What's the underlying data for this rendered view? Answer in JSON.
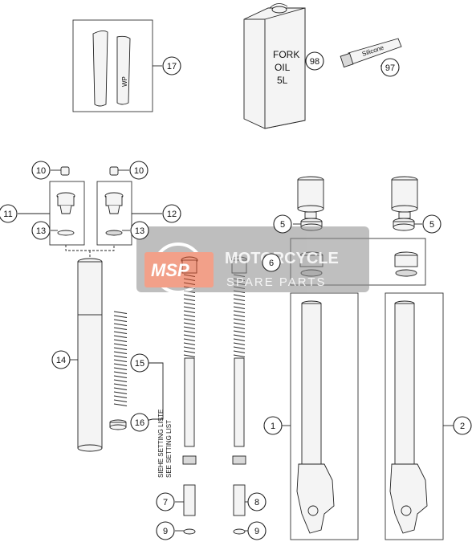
{
  "diagram": {
    "callouts": [
      "1",
      "2",
      "5",
      "5",
      "6",
      "7",
      "8",
      "9",
      "9",
      "10",
      "10",
      "11",
      "12",
      "13",
      "13",
      "14",
      "15",
      "16",
      "17",
      "97",
      "98"
    ],
    "fork_oil_can": [
      "FORK",
      "OIL",
      "5L"
    ],
    "setting_list": [
      "SIEHE SETTING LISTE",
      "SEE SETTING LIST"
    ],
    "tube_label": "Silicone",
    "sticker_label": "WP"
  },
  "watermark": {
    "logo": "MSP",
    "line1": "MOTORCYCLE",
    "line2": "SPARE PARTS",
    "colors": {
      "accent": "#e8542a",
      "overlay": "#8a8a8a"
    }
  }
}
